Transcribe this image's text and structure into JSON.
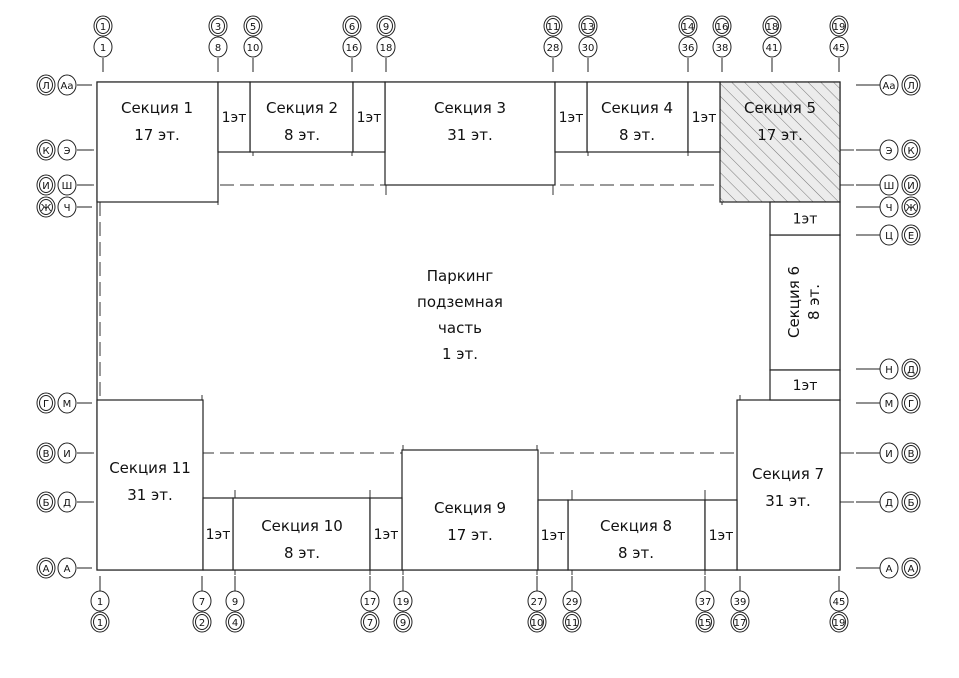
{
  "top_axes": [
    [
      "1",
      "1"
    ],
    [
      "3",
      "8"
    ],
    [
      "5",
      "10"
    ],
    [
      "6",
      "16"
    ],
    [
      "9",
      "18"
    ],
    [
      "11",
      "28"
    ],
    [
      "13",
      "30"
    ],
    [
      "14",
      "36"
    ],
    [
      "16",
      "38"
    ],
    [
      "18",
      "41"
    ],
    [
      "19",
      "45"
    ]
  ],
  "bottom_axes": [
    [
      "1",
      "1"
    ],
    [
      "7",
      "2"
    ],
    [
      "9",
      "4"
    ],
    [
      "17",
      "7"
    ],
    [
      "19",
      "9"
    ],
    [
      "27",
      "10"
    ],
    [
      "29",
      "11"
    ],
    [
      "37",
      "15"
    ],
    [
      "39",
      "17"
    ],
    [
      "45",
      "19"
    ]
  ],
  "left_axes": [
    [
      "Л",
      "Аа"
    ],
    [
      "К",
      "Э"
    ],
    [
      "И",
      "Ш"
    ],
    [
      "Ж",
      "Ч"
    ],
    [
      "Г",
      "М"
    ],
    [
      "В",
      "И"
    ],
    [
      "Б",
      "Д"
    ],
    [
      "А",
      "А"
    ]
  ],
  "right_axes": [
    [
      "Аа",
      "Л"
    ],
    [
      "Э",
      "К"
    ],
    [
      "Ш",
      "И"
    ],
    [
      "Ч",
      "Ж"
    ],
    [
      "Ц",
      "Е"
    ],
    [
      "Н",
      "Д"
    ],
    [
      "М",
      "Г"
    ],
    [
      "И",
      "В"
    ],
    [
      "Д",
      "Б"
    ],
    [
      "А",
      "А"
    ]
  ],
  "sections": [
    {
      "name": "Секция 1",
      "floors": "17 эт."
    },
    {
      "name": "Секция 2",
      "floors": "8 эт."
    },
    {
      "name": "Секция 3",
      "floors": "31 эт."
    },
    {
      "name": "Секция 4",
      "floors": "8 эт."
    },
    {
      "name": "Секция 5",
      "floors": "17 эт."
    },
    {
      "name": "Секция 6",
      "floors": "8 эт."
    },
    {
      "name": "Секция 7",
      "floors": "31 эт."
    },
    {
      "name": "Секция 8",
      "floors": "8 эт."
    },
    {
      "name": "Секция 9",
      "floors": "17 эт."
    },
    {
      "name": "Секция 10",
      "floors": "8 эт."
    },
    {
      "name": "Секция 11",
      "floors": "31 эт."
    }
  ],
  "connector_label": "1эт",
  "connector_label_spaced": "1эт",
  "parking": [
    "Паркинг",
    "подземная",
    "часть",
    "1 эт."
  ]
}
